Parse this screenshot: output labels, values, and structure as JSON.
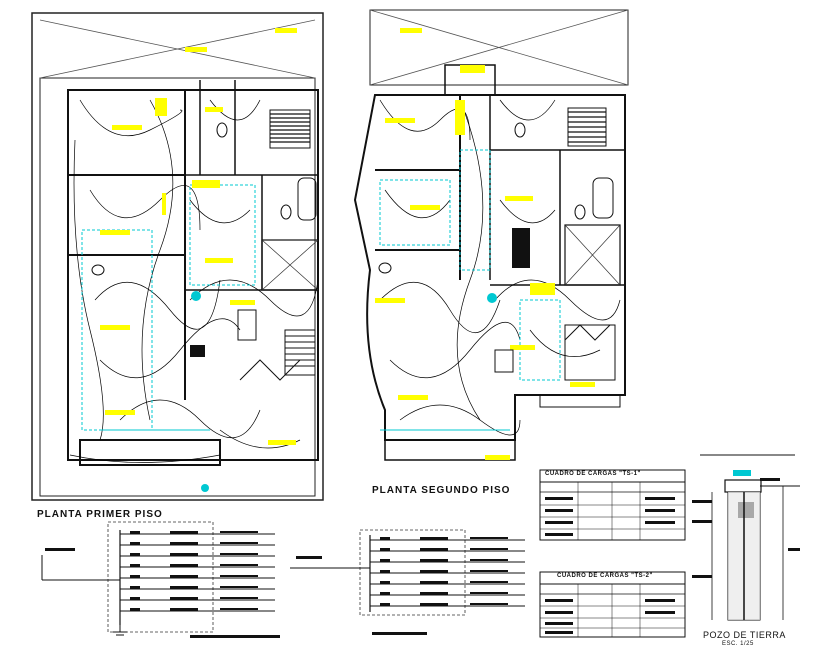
{
  "labels": {
    "plan_first_floor": "PLANTA PRIMER PISO",
    "plan_second_floor": "PLANTA SEGUNDO PISO",
    "table_1_title": "CUADRO DE CARGAS \"TS-1\"",
    "table_2_title": "CUADRO DE CARGAS \"TS-2\"",
    "ground_well_title": "POZO DE TIERRA",
    "ground_well_scale": "ESC. 1/25"
  },
  "colors": {
    "background": "#ffffff",
    "walls": "#111111",
    "wiring": "#000000",
    "fixtures": "#ffff00",
    "circuits": "#00c8d2",
    "accent_gray": "#555555"
  },
  "icons": [
    "stair-icon",
    "bathtub-icon",
    "toilet-icon",
    "sink-icon",
    "electrical-panel-icon",
    "ground-symbol-icon"
  ]
}
